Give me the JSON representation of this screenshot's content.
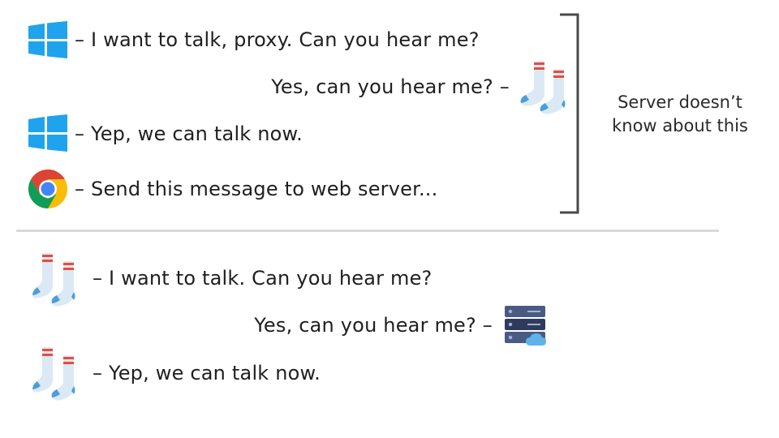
{
  "top_section": {
    "line1": {
      "icon": "windows-icon",
      "text": "– I want to talk, proxy. Can you hear me?"
    },
    "line2": {
      "icon": "socks-icon",
      "text": "Yes, can you hear me? –"
    },
    "line3": {
      "icon": "windows-icon",
      "text": "– Yep, we can talk now."
    },
    "line4": {
      "icon": "chrome-icon",
      "text": "– Send this message to web server..."
    },
    "bracket_note": "Server doesn’t know about this"
  },
  "bottom_section": {
    "line1": {
      "icon": "socks-icon",
      "text": "– I want to talk. Can you hear me?"
    },
    "line2": {
      "icon": "server-cloud-icon",
      "text": "Yes, can you hear me? –"
    },
    "line3": {
      "icon": "socks-icon",
      "text": "– Yep, we can talk now."
    }
  },
  "colors": {
    "windows_blue": "#1fa3ec",
    "sock_body": "#dbe9f4",
    "sock_stripe": "#e74c3c",
    "sock_accent": "#4a9fd8",
    "bracket": "#4a4a4a",
    "divider": "#d9d9d9",
    "server_body": "#4a5a82",
    "server_cloud": "#5fb3e8"
  }
}
